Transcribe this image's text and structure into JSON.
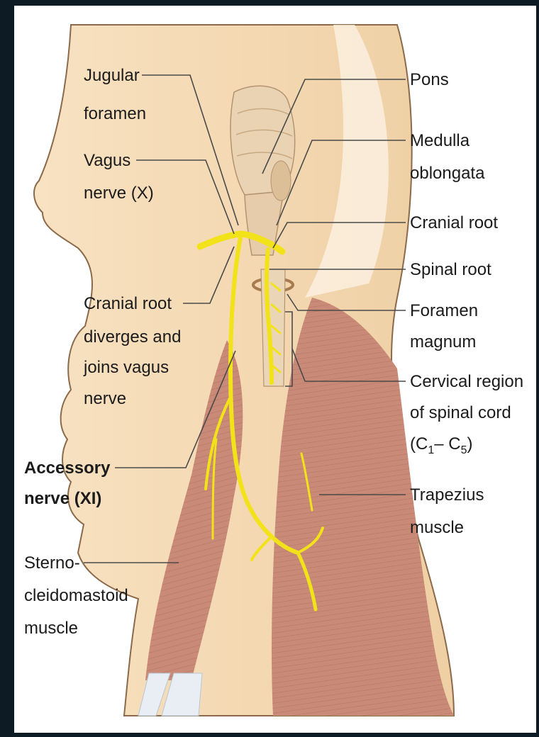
{
  "diagram": {
    "labels": {
      "jugular_foramen": [
        "Jugular",
        "foramen"
      ],
      "vagus_nerve": [
        "Vagus",
        "nerve (X)"
      ],
      "cranial_root_diverges": [
        "Cranial root",
        "diverges and",
        "joins vagus",
        "nerve"
      ],
      "accessory_nerve": [
        "Accessory",
        "nerve (XI)"
      ],
      "sternocleidomastoid": [
        "Sterno-",
        "cleidomastoid",
        "muscle"
      ],
      "pons": [
        "Pons"
      ],
      "medulla_oblongata": [
        "Medulla",
        "oblongata"
      ],
      "cranial_root": [
        "Cranial root"
      ],
      "spinal_root": [
        "Spinal root"
      ],
      "foramen_magnum": [
        "Foramen",
        "magnum"
      ],
      "cervical_region": [
        "Cervical region",
        "of spinal cord"
      ],
      "cervical_range": {
        "open": "(C",
        "sub1": "1",
        "dash": "– C",
        "sub2": "5",
        "close": ")"
      },
      "trapezius": [
        "Trapezius",
        "muscle"
      ]
    },
    "colors": {
      "skin": "#f6dcb8",
      "skin_shadow": "#efcfa3",
      "muscle": "#c98a78",
      "muscle_dark": "#a9614f",
      "nerve": "#f2e21a",
      "brainstem": "#e9d3b2",
      "background": "#0d1b24"
    }
  }
}
